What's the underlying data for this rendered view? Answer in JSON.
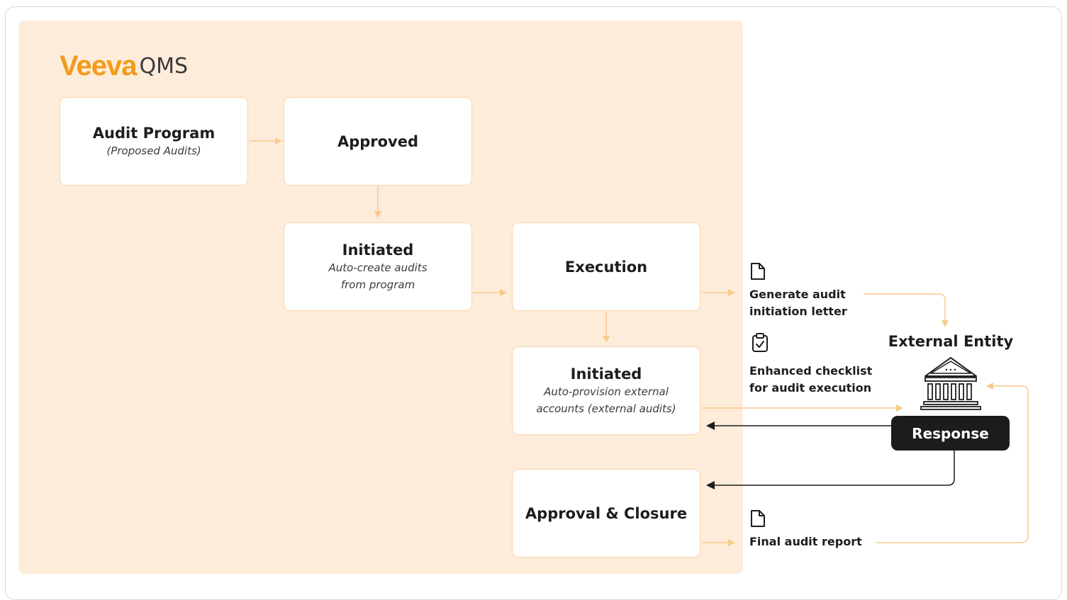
{
  "logo": {
    "brand": "Veeva",
    "product": "QMS"
  },
  "boxes": {
    "audit_program": {
      "title": "Audit Program",
      "sub": "(Proposed Audits)"
    },
    "approved": {
      "title": "Approved"
    },
    "initiated_1": {
      "title": "Initiated",
      "sub_line1": "Auto-create audits",
      "sub_line2": "from program"
    },
    "execution": {
      "title": "Execution"
    },
    "initiated_2": {
      "title": "Initiated",
      "sub_line1": "Auto-provision external",
      "sub_line2": "accounts (external audits)"
    },
    "approval_closure": {
      "title": "Approval & Closure"
    }
  },
  "side_items": {
    "initiation_letter": {
      "line1": "Generate audit",
      "line2": "initiation letter",
      "icon": "document-icon"
    },
    "checklist": {
      "line1": "Enhanced checklist",
      "line2": "for audit execution",
      "icon": "clipboard-check-icon"
    },
    "final_report": {
      "line1": "Final audit report",
      "icon": "document-icon"
    }
  },
  "external_entity": {
    "title": "External Entity",
    "icon": "institution-building-icon"
  },
  "response": {
    "label": "Response"
  },
  "colors": {
    "panel": "#fdecd9",
    "box_border": "#f7d3a6",
    "arrow_orange": "#f9c98a",
    "arrow_dark": "#1c1c1c",
    "brand_orange": "#f39a1a",
    "response_bg": "#1c1c1c"
  }
}
